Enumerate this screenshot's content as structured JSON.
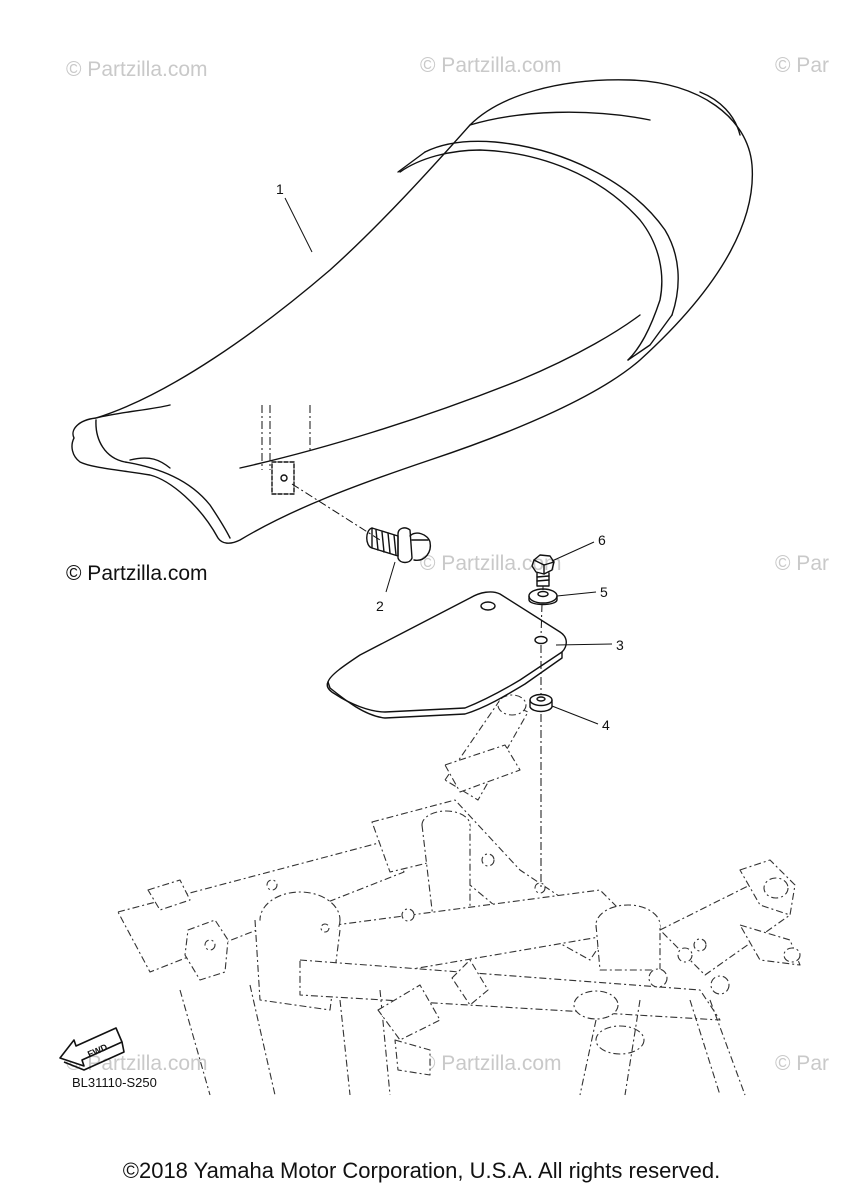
{
  "watermarks": {
    "text": "© Partzilla.com",
    "cutoff_text": "© Par",
    "main_text": "© Partzilla.com"
  },
  "callouts": [
    "1",
    "2",
    "3",
    "4",
    "5",
    "6"
  ],
  "fwd_label": "FWD",
  "reference_code": "BL31110-S250",
  "copyright": "©2018 Yamaha Motor Corporation, U.S.A. All rights reserved."
}
